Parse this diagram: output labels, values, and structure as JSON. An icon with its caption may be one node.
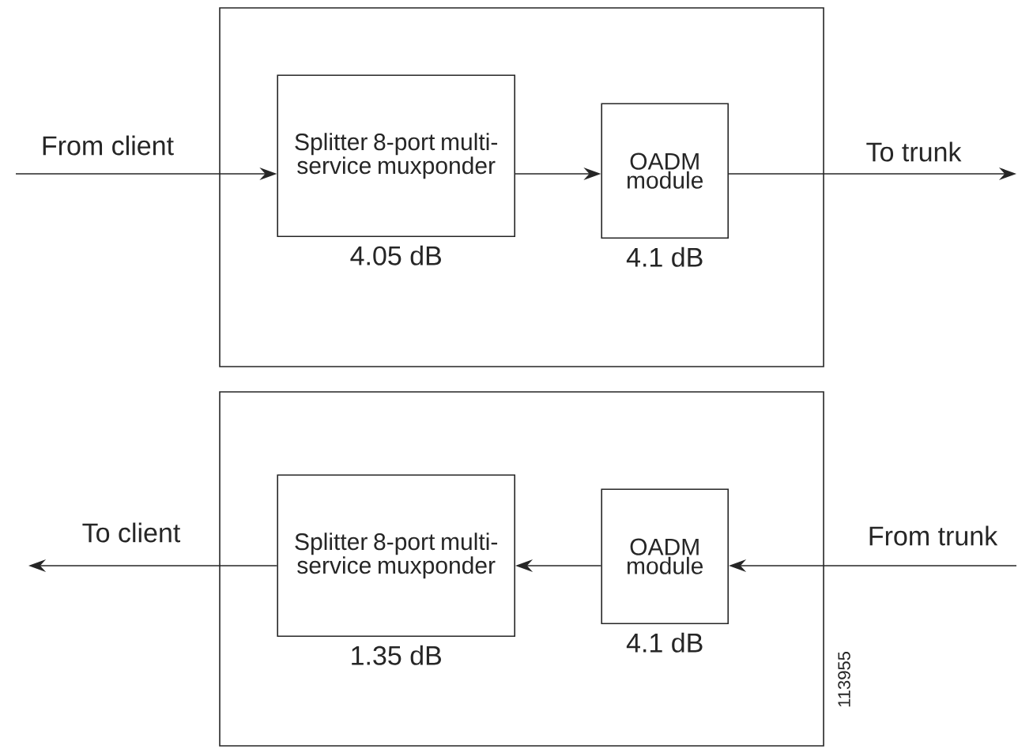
{
  "diagram": {
    "nodes": [
      {
        "text": [],
        "shape": "box"
      },
      {
        "text": [
          "Splitter 8-port multi-service muxponder"
        ],
        "in": 0,
        "beside": [
          "4.05 dB"
        ]
      },
      {
        "text": [
          "OADM module"
        ],
        "in": 0,
        "beside": [
          "4.1 dB"
        ]
      },
      {
        "text": [],
        "shape": "box"
      },
      {
        "text": [
          "Splitter 8-port multi-service muxponder"
        ],
        "in": 3,
        "beside": [
          "1.35 dB"
        ]
      },
      {
        "text": [
          "OADM module"
        ],
        "in": 3,
        "beside": [
          "4.1 dB"
        ]
      }
    ],
    "edges": [
      {
        "from": null,
        "to": 1,
        "arrow": "to",
        "label": "From client"
      },
      {
        "from": 1,
        "to": 2,
        "arrow": "to"
      },
      {
        "from": 2,
        "to": null,
        "arrow": "to",
        "label": "To trunk"
      },
      {
        "from": null,
        "to": 5,
        "arrow": "to",
        "label": "From trunk"
      },
      {
        "from": 5,
        "to": 4,
        "arrow": "to"
      },
      {
        "from": 4,
        "to": null,
        "arrow": "to",
        "label": "To client"
      }
    ],
    "labels": [
      "113955"
    ]
  }
}
